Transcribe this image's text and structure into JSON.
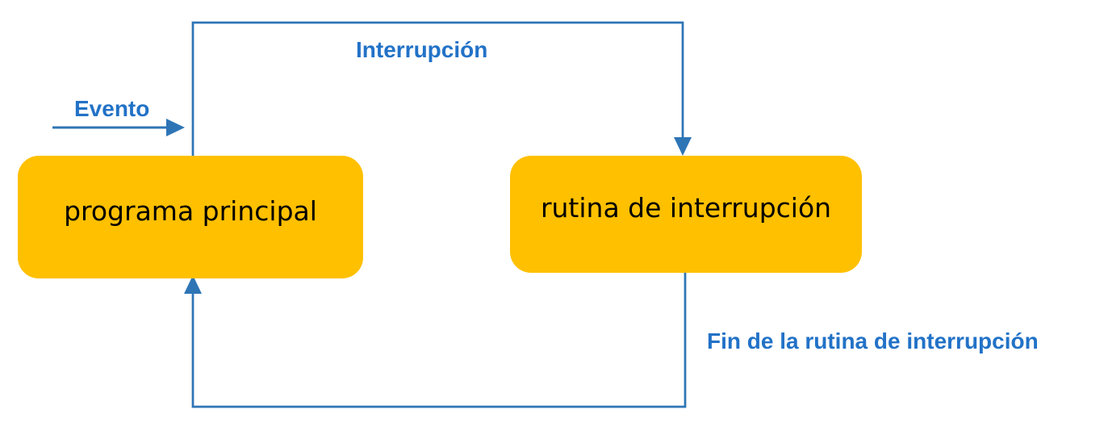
{
  "diagram": {
    "nodes": [
      {
        "id": "programa-principal",
        "label": "programa principal"
      },
      {
        "id": "rutina-de-interrupcion",
        "label": "rutina de interrupción"
      }
    ],
    "edges": [
      {
        "id": "evento",
        "label": "Evento",
        "from": "external-event",
        "to": "programa principal"
      },
      {
        "id": "interrupcion",
        "label": "Interrupción",
        "from": "programa principal",
        "to": "rutina de interrupción"
      },
      {
        "id": "fin-rutina",
        "label": "Fin de la rutina de interrupción",
        "from": "rutina de interrupción",
        "to": "programa principal"
      }
    ]
  },
  "colors": {
    "node_fill": "#FFC000",
    "node_text": "#000000",
    "connector_blue": "#2E75B6",
    "label_blue": "#2272C7",
    "background": "#FFFFFF"
  }
}
